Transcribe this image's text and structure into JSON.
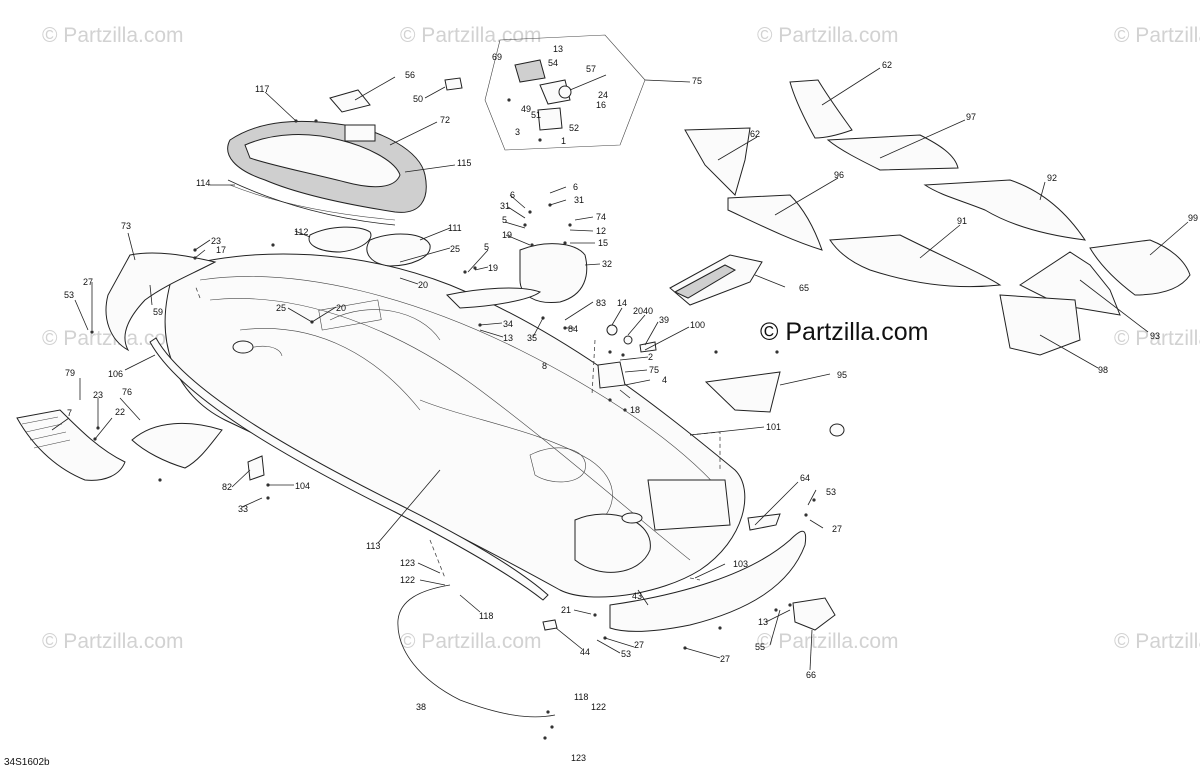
{
  "watermark": "© Partzilla.com",
  "brand_watermark": "© Partzilla.com",
  "diagram_id": "34S1602b",
  "callout_labels": [
    "117",
    "56",
    "50",
    "72",
    "115",
    "114",
    "69",
    "13",
    "54",
    "57",
    "24",
    "16",
    "49",
    "51",
    "52",
    "3",
    "1",
    "75",
    "62",
    "97",
    "62",
    "96",
    "92",
    "91",
    "99",
    "93",
    "98",
    "6",
    "6",
    "31",
    "31",
    "5",
    "74",
    "12",
    "19",
    "15",
    "111",
    "25",
    "112",
    "32",
    "23",
    "17",
    "73",
    "27",
    "53",
    "59",
    "25",
    "20",
    "20",
    "5",
    "19",
    "83",
    "14",
    "2040",
    "39",
    "34",
    "100",
    "13",
    "35",
    "84",
    "65",
    "2",
    "8",
    "75",
    "4",
    "18",
    "95",
    "106",
    "79",
    "23",
    "22",
    "76",
    "7",
    "101",
    "82",
    "104",
    "33",
    "64",
    "53",
    "27",
    "113",
    "103",
    "123",
    "122",
    "118",
    "43",
    "21",
    "13",
    "44",
    "53",
    "27",
    "55",
    "27",
    "66",
    "38",
    "118",
    "122",
    "123"
  ]
}
